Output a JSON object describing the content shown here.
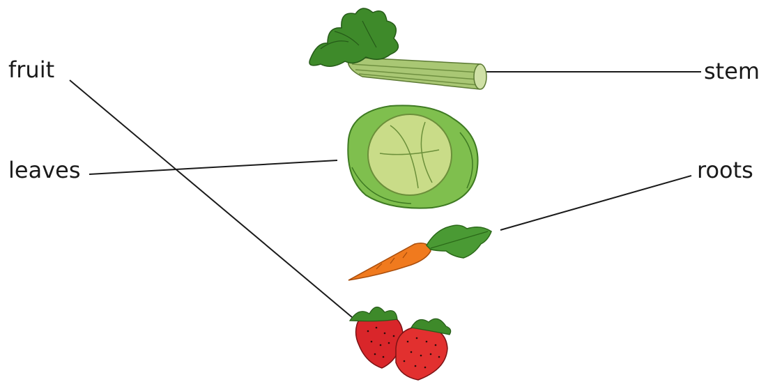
{
  "labels": {
    "fruit": "fruit",
    "leaves": "leaves",
    "stem": "stem",
    "roots": "roots"
  },
  "items": [
    {
      "name": "celery",
      "part": "stem"
    },
    {
      "name": "cabbage",
      "part": "leaves"
    },
    {
      "name": "carrot",
      "part": "roots"
    },
    {
      "name": "strawberries",
      "part": "fruit"
    }
  ],
  "colors": {
    "line": "#1a1a1a",
    "celery": "#8fb25a",
    "cabbage": "#8cc05a",
    "carrot": "#f07a1e",
    "strawberry": "#d9262a",
    "leafy_green": "#3e8a2a"
  }
}
